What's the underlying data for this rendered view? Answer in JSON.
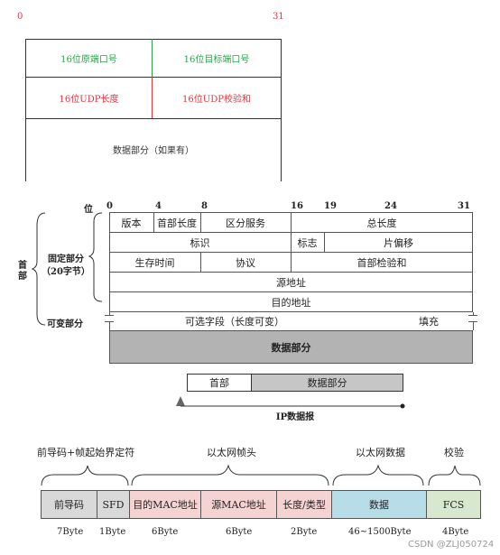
{
  "udp": {
    "bit_start": "0",
    "bit_end": "31",
    "src_port": "16位原端口号",
    "dst_port": "16位目标端口号",
    "length": "16位UDP长度",
    "checksum": "16位UDP校验和",
    "data": "数据部分（如果有）",
    "colors": {
      "port": "#2ea04a",
      "lenchk": "#e8323c",
      "bits": "#e8323c"
    }
  },
  "ip": {
    "bit_label": "位",
    "bits": [
      "0",
      "4",
      "8",
      "16",
      "19",
      "24",
      "31"
    ],
    "header_label": "首部",
    "fixed_label": "固定部分",
    "fixed_sub": "（20字节）",
    "variable_label": "可变部分",
    "rows": {
      "version": "版本",
      "ihl": "首部长度",
      "tos": "区分服务",
      "total_length": "总长度",
      "identification": "标识",
      "flags": "标志",
      "fragment_offset": "片偏移",
      "ttl": "生存时间",
      "protocol": "协议",
      "header_checksum": "首部检验和",
      "src_addr": "源地址",
      "dst_addr": "目的地址",
      "options": "可选字段（长度可变）",
      "padding": "填充",
      "data": "数据部分"
    },
    "packet": {
      "header": "首部",
      "data": "数据部分",
      "caption": "IP数据报"
    }
  },
  "eth": {
    "group_labels": {
      "preamble_group": "前导码+帧起始界定符",
      "header": "以太网帧头",
      "data": "以太网数据",
      "check": "校验"
    },
    "fields": [
      {
        "label": "前导码",
        "size": "7Byte",
        "color": "#d9d9d9"
      },
      {
        "label": "SFD",
        "size": "1Byte",
        "color": "#d9d9d9"
      },
      {
        "label": "目的MAC地址",
        "size": "6Byte",
        "color": "#f6d3d3"
      },
      {
        "label": "源MAC地址",
        "size": "6Byte",
        "color": "#f6d3d3"
      },
      {
        "label": "长度/类型",
        "size": "2Byte",
        "color": "#f6d3d3"
      },
      {
        "label": "数据",
        "size": "46~1500Byte",
        "color": "#b7dde8"
      },
      {
        "label": "FCS",
        "size": "4Byte",
        "color": "#d8e8cf"
      }
    ]
  },
  "watermark": "CSDN @ZLJ050724"
}
